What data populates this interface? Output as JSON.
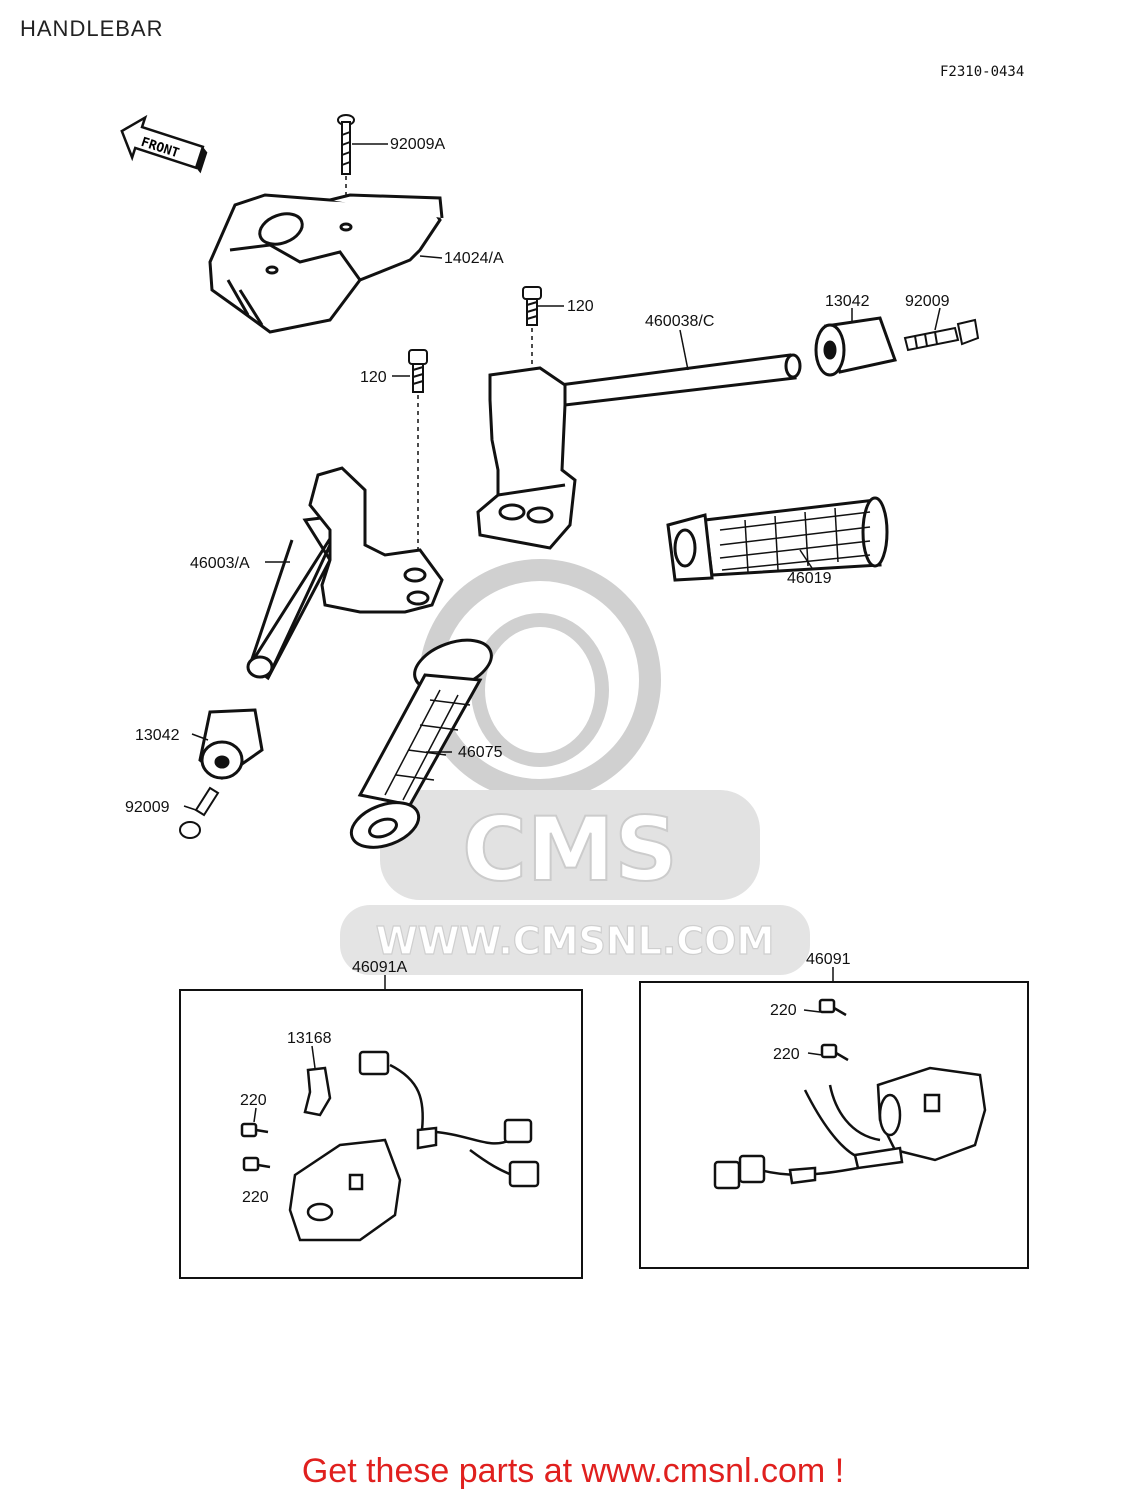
{
  "header": {
    "title": "HANDLEBAR",
    "diagram_code": "F2310-0434"
  },
  "front_marker": {
    "label": "FRONT"
  },
  "watermark": {
    "logo_text": "CMS",
    "url": "WWW.CMSNL.COM"
  },
  "parts": {
    "p92009A": "92009A",
    "p14024A": "14024/A",
    "p120_top": "120",
    "p460038C": "460038/C",
    "p13042_right": "13042",
    "p92009_right": "92009",
    "p120_left": "120",
    "p46003A": "46003/A",
    "p46019": "46019",
    "p46075": "46075",
    "p13042_left": "13042",
    "p92009_left": "92009",
    "p46091A": "46091A",
    "p46091": "46091",
    "p13168": "13168",
    "p220_a": "220",
    "p220_b": "220",
    "p220_c": "220",
    "p220_d": "220"
  },
  "footer": {
    "text": "Get these parts at www.cmsnl.com !"
  },
  "colors": {
    "footer": "#e0201e",
    "watermark": "#d8d8d8",
    "line": "#111111"
  }
}
